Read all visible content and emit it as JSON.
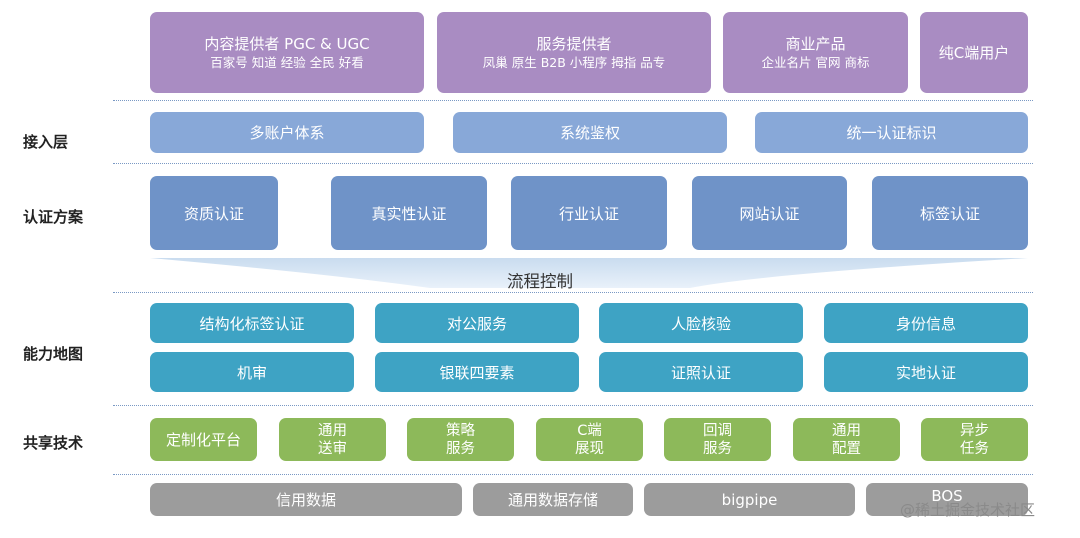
{
  "providers": [
    {
      "title": "内容提供者  PGC & UGC",
      "sub": "百家号 知道 经验 全民 好看"
    },
    {
      "title": "服务提供者",
      "sub": "凤巢 原生 B2B 小程序 拇指 品专"
    },
    {
      "title": "商业产品",
      "sub": "企业名片 官网 商标"
    },
    {
      "title": "纯C端用户",
      "sub": ""
    }
  ],
  "layers": {
    "access": "接入层",
    "cert": "认证方案",
    "ability": "能力地图",
    "shared": "共享技术"
  },
  "access_items": [
    "多账户体系",
    "系统鉴权",
    "统一认证标识"
  ],
  "cert_items": [
    "资质认证",
    "真实性认证",
    "行业认证",
    "网站认证",
    "标签认证"
  ],
  "flow_label": "流程控制",
  "ability_row1": [
    "结构化标签认证",
    "对公服务",
    "人脸核验",
    "身份信息"
  ],
  "ability_row2": [
    "机审",
    "银联四要素",
    "证照认证",
    "实地认证"
  ],
  "shared_items": [
    "定制化平台",
    "通用\n送审",
    "策略\n服务",
    "C端\n展现",
    "回调\n服务",
    "通用\n配置",
    "异步\n任务"
  ],
  "base_items": [
    "信用数据",
    "通用数据存储",
    "bigpipe",
    "BOS"
  ],
  "watermark": "@稀土掘金技术社区",
  "colors": {
    "providers": "#a98cc2",
    "access": "#88a8d8",
    "cert": "#6f93c8",
    "ability": "#3ea3c4",
    "shared": "#8db95a",
    "base": "#9c9c9c"
  }
}
